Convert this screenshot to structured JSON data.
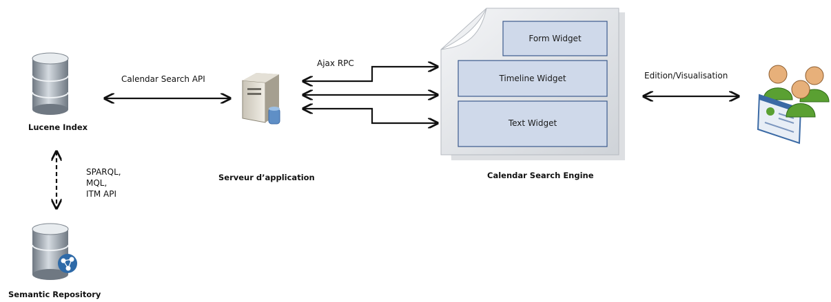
{
  "nodes": {
    "lucene": {
      "label": "Lucene Index"
    },
    "semantic": {
      "label": "Semantic Repository"
    },
    "server": {
      "label": "Serveur d’application"
    },
    "engine": {
      "label": "Calendar Search Engine"
    }
  },
  "edges": {
    "calendar_api": "Calendar Search API",
    "ajax_rpc": "Ajax RPC",
    "edition": "Edition/Visualisation",
    "sparql": "SPARQL,\nMQL,\nITM API"
  },
  "widgets": {
    "form": "Form Widget",
    "timeline": "Timeline Widget",
    "text": "Text Widget"
  },
  "colors": {
    "db_body": "#9aa3ad",
    "widget_fill": "#cfd9ea",
    "widget_stroke": "#3b5a8c",
    "doc_fill": "#e3e6ea",
    "arrow": "#111111",
    "user_green": "#5aa032",
    "user_skin": "#e7b07a"
  },
  "icons": [
    "database-icon",
    "semantic-database-icon",
    "server-icon",
    "document-icon",
    "users-screen-icon"
  ]
}
